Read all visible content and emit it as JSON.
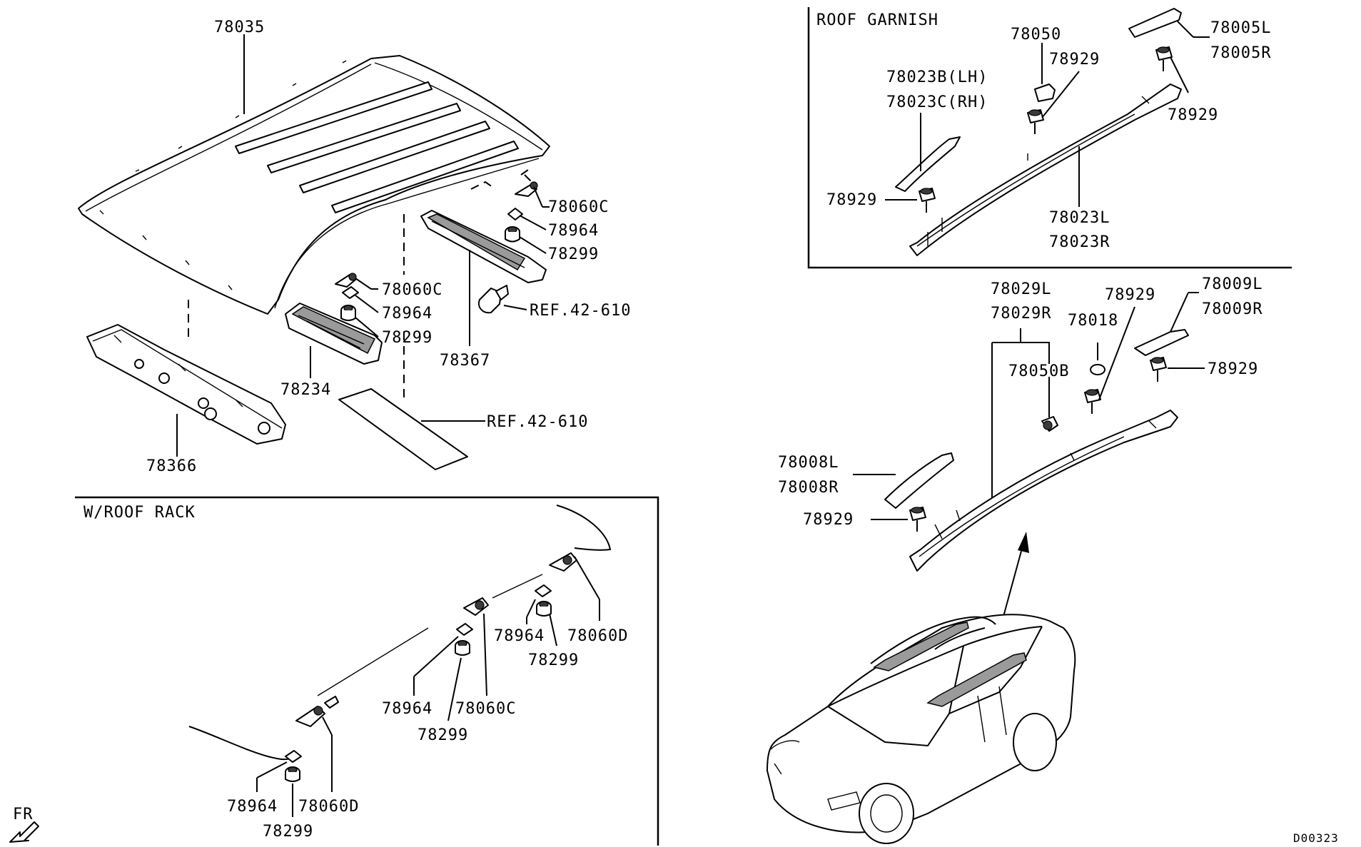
{
  "diagram_id": "D00323",
  "fr_marker": "FR",
  "sections": {
    "roof_garnish": "ROOF GARNISH",
    "roof_rack": "W/ROOF RACK"
  },
  "labels": {
    "p78035": "78035",
    "p78060c_a": "78060C",
    "p78964_a": "78964",
    "p78299_a": "78299",
    "p78060c_b": "78060C",
    "p78964_b": "78964",
    "p78299_b": "78299",
    "ref_a": "REF.42-610",
    "ref_b": "REF.42-610",
    "p78367": "78367",
    "p78234": "78234",
    "p78366": "78366",
    "rg_78050": "78050",
    "rg_78929_a": "78929",
    "rg_78005l": "78005L",
    "rg_78005r": "78005R",
    "rg_78023b": "78023B(LH)",
    "rg_78023c": "78023C(RH)",
    "rg_78929_b": "78929",
    "rg_78929_c": "78929",
    "rg_78023l": "78023L",
    "rg_78023r": "78023R",
    "rr_78029l": "78029L",
    "rr_78029r": "78029R",
    "rr_78929_a": "78929",
    "rr_78009l": "78009L",
    "rr_78009r": "78009R",
    "rr_78018": "78018",
    "rr_78050b": "78050B",
    "rr_78929_b": "78929",
    "rr_78008l": "78008L",
    "rr_78008r": "78008R",
    "rr_78929_c": "78929",
    "w_78964_a": "78964",
    "w_78060d_a": "78060D",
    "w_78299_a": "78299",
    "w_78964_b": "78964",
    "w_78060c": "78060C",
    "w_78299_b": "78299",
    "w_78964_c": "78964",
    "w_78060d_b": "78060D",
    "w_78299_c": "78299"
  },
  "colors": {
    "line": "#000000",
    "background": "#ffffff",
    "shade": "#9a9a9a"
  }
}
